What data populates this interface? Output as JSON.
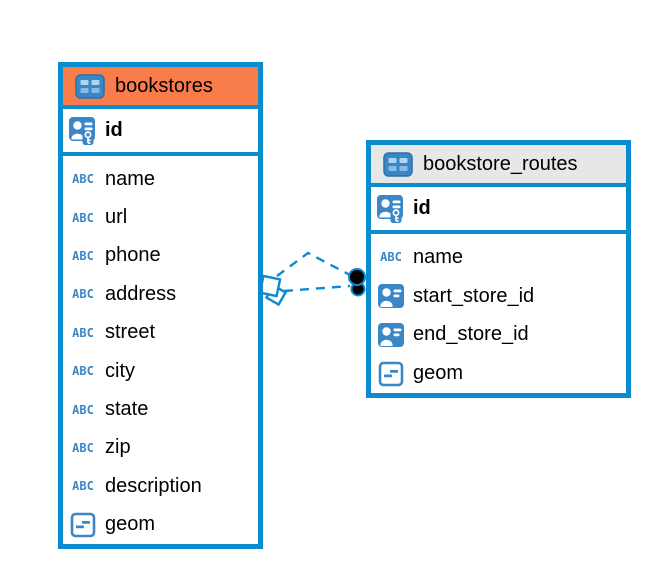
{
  "ui": {
    "icon_text_label": "ABC"
  },
  "colors": {
    "accent_blue": "#0B8CCF",
    "icon_blue": "#3A87C8",
    "bookstores_header": "#F97C4B",
    "routes_header": "#E7E7E7",
    "text": "#000000",
    "background": "#FFFFFF",
    "connector_dot": "#000000"
  },
  "tables": [
    {
      "name": "bookstores",
      "columns": [
        {
          "name": "id",
          "type": "primary-key"
        },
        {
          "name": "name",
          "type": "text"
        },
        {
          "name": "url",
          "type": "text"
        },
        {
          "name": "phone",
          "type": "text"
        },
        {
          "name": "address",
          "type": "text"
        },
        {
          "name": "street",
          "type": "text"
        },
        {
          "name": "city",
          "type": "text"
        },
        {
          "name": "state",
          "type": "text"
        },
        {
          "name": "zip",
          "type": "text"
        },
        {
          "name": "description",
          "type": "text"
        },
        {
          "name": "geom",
          "type": "geometry"
        }
      ]
    },
    {
      "name": "bookstore_routes",
      "columns": [
        {
          "name": "id",
          "type": "primary-key"
        },
        {
          "name": "name",
          "type": "text"
        },
        {
          "name": "start_store_id",
          "type": "reference"
        },
        {
          "name": "end_store_id",
          "type": "reference"
        },
        {
          "name": "geom",
          "type": "geometry"
        }
      ]
    }
  ],
  "relationships": [
    {
      "from_table": "bookstores",
      "to_table": "bookstore_routes",
      "style": "dashed"
    },
    {
      "from_table": "bookstores",
      "to_table": "bookstore_routes",
      "style": "dashed"
    }
  ]
}
